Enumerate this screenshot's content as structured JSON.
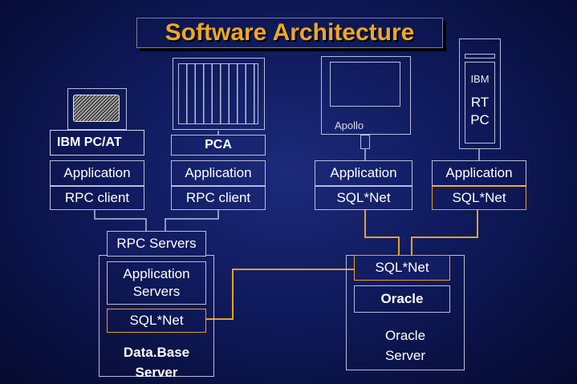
{
  "title": "Software Architecture",
  "machines": {
    "ibm_pc": {
      "label": "IBM PC/AT"
    },
    "pca": {
      "label": "PCA"
    },
    "apollo": {
      "label": "Apollo"
    },
    "rt": {
      "brand": "IBM",
      "label": "RT\nPC"
    }
  },
  "clients": {
    "c1": {
      "app": "Application",
      "net": "RPC client"
    },
    "c2": {
      "app": "Application",
      "net": "RPC client"
    },
    "c3": {
      "app": "Application",
      "net": "SQL*Net"
    },
    "c4": {
      "app": "Application",
      "net": "SQL*Net"
    }
  },
  "database_server": {
    "rpc_servers": "RPC Servers",
    "application_servers": "Application\nServers",
    "sqlnet": "SQL*Net",
    "label": "Data.Base\nServer"
  },
  "oracle_server": {
    "sqlnet": "SQL*Net",
    "oracle": "Oracle",
    "label": "Oracle\nServer"
  },
  "colors": {
    "accent": "#f0a81c",
    "connector": "#e8a02a",
    "border": "#b9bed8",
    "background": "#0f1a5c"
  }
}
